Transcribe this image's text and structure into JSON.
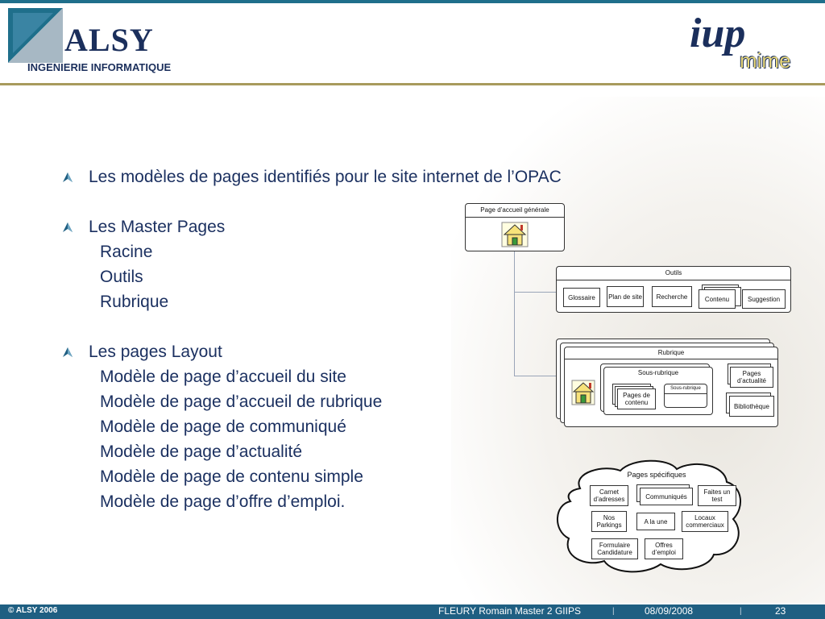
{
  "header": {
    "alsy_name": "ALSY",
    "alsy_tagline": "INGENIERIE INFORMATIQUE",
    "iup_name": "iup",
    "iup_sub": "mime",
    "accent_color": "#1f6f8b",
    "rule_color": "#a89a5c"
  },
  "content": {
    "b1": "Les modèles de pages identifiés pour le site internet de l’OPAC",
    "b2": "Les Master Pages",
    "b2_subs": [
      "Racine",
      "Outils",
      "Rubrique"
    ],
    "b3": "Les pages Layout",
    "b3_subs": [
      "Modèle de page d’accueil du site",
      "Modèle de page d’accueil de rubrique",
      "Modèle de page de communiqué",
      "Modèle de page d’actualité",
      "Modèle de page de contenu simple",
      "Modèle de page d’offre d’emploi."
    ]
  },
  "diagram": {
    "home": {
      "title": "Page d’accueil générale"
    },
    "outils": {
      "title": "Outils",
      "items": [
        "Glossaire",
        "Plan de site",
        "Recherche",
        "Contenu",
        "Suggestion"
      ]
    },
    "rubrique": {
      "title": "Rubrique",
      "sous_rubrique": "Sous-rubrique",
      "pages_contenu": "Pages de contenu",
      "sous_rubrique_small": "Sous-rubrique",
      "pages_actualite": "Pages d’actualité",
      "bibliotheque": "Bibliothèque"
    },
    "specifiques": {
      "title": "Pages spécifiques",
      "items": [
        "Carnet d’adresses",
        "Communiqués",
        "Faites un test",
        "Nos Parkings",
        "A la une",
        "Locaux commerciaux",
        "Formulaire Candidature",
        "Offres d’emploi"
      ]
    }
  },
  "footer": {
    "copyright": "© ALSY 2006",
    "author": "FLEURY Romain Master 2 GIIPS",
    "date": "08/09/2008",
    "page": "23",
    "bar_color": "#1f5f82"
  }
}
